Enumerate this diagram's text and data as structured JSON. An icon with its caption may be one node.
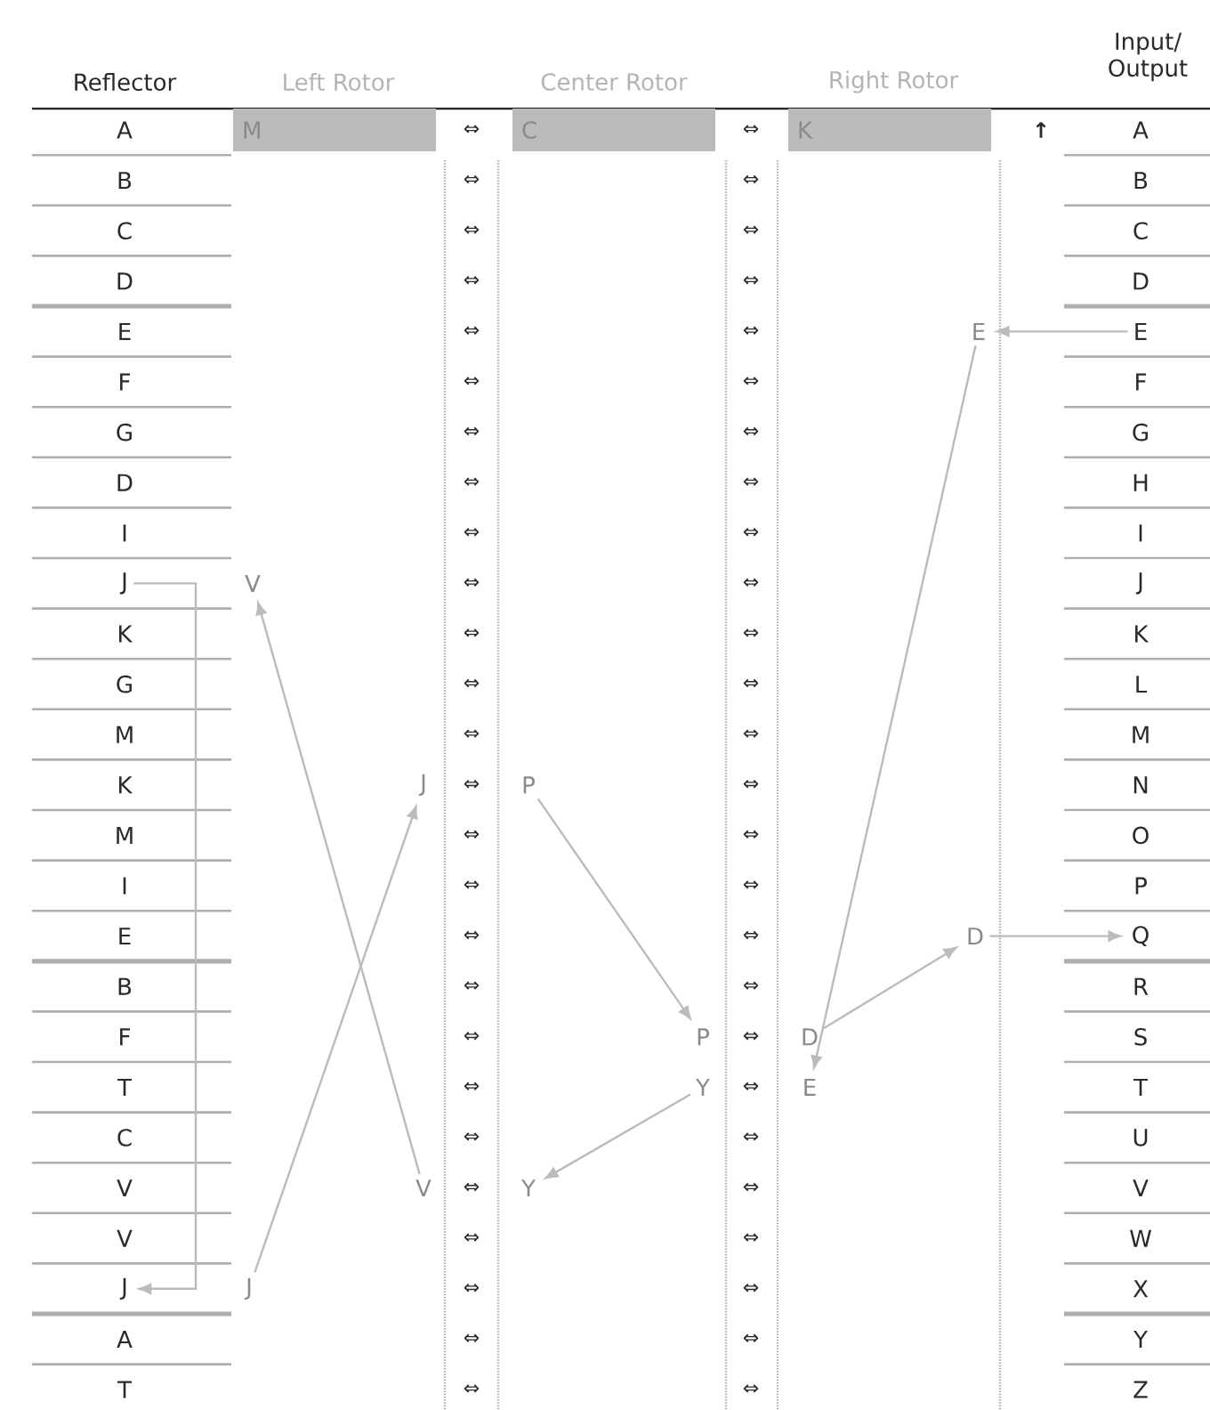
{
  "diagram": {
    "nodes": [
      {
        "text": [
          "M"
        ]
      },
      {
        "text": [
          "C"
        ]
      },
      {
        "text": [
          "K"
        ]
      },
      {
        "text": [
          "E"
        ]
      },
      {
        "text": [
          "E"
        ]
      },
      {
        "text": [
          "J"
        ]
      },
      {
        "text": [
          "V"
        ]
      },
      {
        "text": [
          "J"
        ]
      },
      {
        "text": [
          "P"
        ]
      },
      {
        "text": [
          "Q"
        ]
      },
      {
        "text": [
          "D"
        ]
      },
      {
        "text": [
          "P"
        ]
      },
      {
        "text": [
          "D"
        ]
      },
      {
        "text": [
          "Y"
        ]
      },
      {
        "text": [
          "E"
        ]
      },
      {
        "text": [
          "V"
        ]
      },
      {
        "text": [
          "Y"
        ]
      },
      {
        "text": [
          "J"
        ]
      },
      {
        "text": [
          "J"
        ]
      }
    ],
    "edges": [
      {
        "from": 3,
        "to": 4,
        "arrow": "to"
      },
      {
        "from": 4,
        "to": 14,
        "arrow": "to"
      },
      {
        "from": 13,
        "to": 16,
        "arrow": "to"
      },
      {
        "from": 15,
        "to": 6,
        "arrow": "to"
      },
      {
        "from": 5,
        "to": 17,
        "arrow": "to"
      },
      {
        "from": 18,
        "to": 7,
        "arrow": "to"
      },
      {
        "from": 8,
        "to": 11,
        "arrow": "to"
      },
      {
        "from": 12,
        "to": 10,
        "arrow": "to"
      },
      {
        "from": 10,
        "to": 9,
        "arrow": "to"
      }
    ],
    "labels": [
      "Reflector",
      "Left Rotor",
      "Center Rotor",
      "Right Rotor",
      "Input/ Output",
      "A",
      "⇔",
      "⇔",
      "↑",
      "A",
      "B",
      "⇔",
      "⇔",
      "B",
      "C",
      "⇔",
      "⇔",
      "C",
      "D",
      "⇔",
      "⇔",
      "D",
      "E",
      "⇔",
      "⇔",
      "F",
      "⇔",
      "⇔",
      "F",
      "G",
      "⇔",
      "⇔",
      "G",
      "D",
      "⇔",
      "⇔",
      "H",
      "I",
      "⇔",
      "⇔",
      "I",
      "⇔",
      "⇔",
      "J",
      "K",
      "⇔",
      "⇔",
      "K",
      "G",
      "⇔",
      "⇔",
      "L",
      "M",
      "⇔",
      "⇔",
      "M",
      "K",
      "⇔",
      "⇔",
      "N",
      "M",
      "⇔",
      "⇔",
      "O",
      "I",
      "⇔",
      "⇔",
      "P",
      "E",
      "⇔",
      "⇔",
      "B",
      "⇔",
      "⇔",
      "R",
      "F",
      "⇔",
      "⇔",
      "S",
      "T",
      "⇔",
      "⇔",
      "T",
      "C",
      "⇔",
      "⇔",
      "U",
      "V",
      "⇔",
      "⇔",
      "V",
      "V",
      "⇔",
      "⇔",
      "W",
      "⇔",
      "⇔",
      "X",
      "A",
      "⇔",
      "⇔",
      "Y",
      "T",
      "⇔",
      "⇔",
      "Z"
    ]
  }
}
